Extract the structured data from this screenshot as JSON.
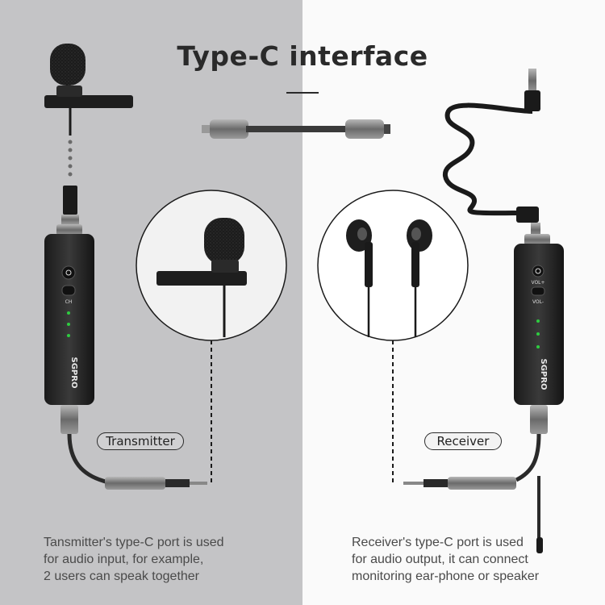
{
  "title": "Type-C interface",
  "transmitter": {
    "label": "Transmitter",
    "device": {
      "brand": "SGPRO",
      "button_label": "CH",
      "led_color": "#2ecc40"
    },
    "caption": [
      "Tansmitter's type-C port is used",
      "for audio input, for example,",
      "2 users can speak together"
    ]
  },
  "receiver": {
    "label": "Receiver",
    "device": {
      "brand": "SGPRO",
      "vol_up_label": "VOL+",
      "vol_down_label": "VOL-",
      "led_color": "#2ecc40"
    },
    "caption": [
      "Receiver's type-C port is used",
      "for audio output, it can connect",
      "monitoring ear-phone or speaker"
    ]
  },
  "colors": {
    "left_background": "#c4c4c6",
    "right_background": "#fafafa",
    "text": "#2a2a2a"
  }
}
